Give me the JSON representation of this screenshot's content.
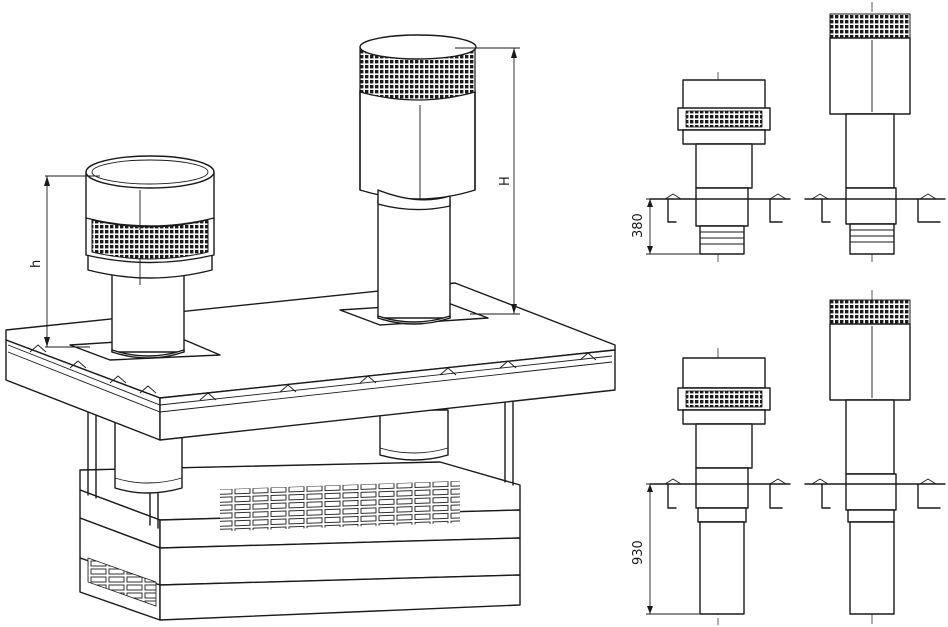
{
  "labels": {
    "h": "h",
    "H": "H",
    "d380": "380",
    "d930": "930"
  },
  "colors": {
    "line": "#1a1a1a",
    "background": "#ffffff"
  }
}
